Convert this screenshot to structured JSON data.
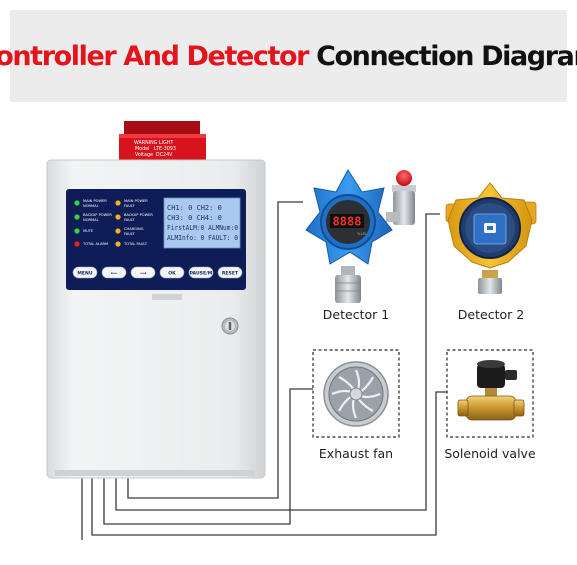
{
  "banner": {
    "title_red": "Controller And Detector",
    "title_black": "Connection Diagram"
  },
  "warning_light": {
    "label": "WARNING LIGHT",
    "model_key": "Model",
    "model": "LTE-3093",
    "voltage_key": "Voltage",
    "voltage": "DC24V"
  },
  "panel": {
    "indicators": [
      {
        "label1": "MAIN POWER",
        "label2": "NORMAL",
        "color": "#3ad13a"
      },
      {
        "label1": "MAIN POWER",
        "label2": "FAULT",
        "color": "#f2b21b"
      },
      {
        "label1": "BACKUP POWER",
        "label2": "NORMAL",
        "color": "#3ad13a"
      },
      {
        "label1": "BACKUP POWER",
        "label2": "FAULT",
        "color": "#f2b21b"
      },
      {
        "label1": "MUTE",
        "label2": "",
        "color": "#3ad13a"
      },
      {
        "label1": "CHARGING",
        "label2": "FAULT",
        "color": "#f2b21b"
      },
      {
        "label1": "TOTAL ALARM",
        "label2": "",
        "color": "#e8231c"
      },
      {
        "label1": "TOTAL FAULT",
        "label2": "",
        "color": "#f2b21b"
      }
    ],
    "lcd_lines": [
      "CH1:   0 CH2:   0",
      "CH3:   0 CH4:   0",
      "FirstALM:0 ALMNum:0",
      "ALMInfo: 0 FAULT: 0"
    ],
    "buttons": [
      "MENU",
      "⟵",
      "⟶",
      "OK",
      "PAUSE/M",
      "RESET"
    ]
  },
  "devices": {
    "detector1": "Detector 1",
    "detector2": "Detector 2",
    "exhaust_fan": "Exhaust fan",
    "solenoid_valve": "Solenoid valve",
    "display_value": "8888",
    "unit": "%LEL"
  },
  "colors": {
    "accent_red": "#e3141c",
    "detector1_body": "#2d8de0",
    "detector2_body": "#f3b624",
    "panel_blue": "#0e1d58",
    "cabinet": "#eceeef"
  }
}
